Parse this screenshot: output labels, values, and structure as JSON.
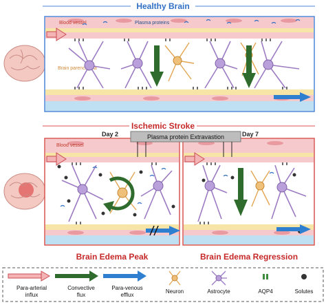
{
  "healthy": {
    "title": "Healthy Brain",
    "blood_vessel_label": "Blood vessel",
    "plasma_proteins_label": "Plasma proteins",
    "parenchyma_label": "Brain parenchyma"
  },
  "stroke": {
    "title": "Ischemic Stroke",
    "day2_label": "Day 2",
    "day7_label": "Day 7",
    "extravasation_label": "Plasma protein Extravastion",
    "blood_vessel_label": "Blood vessel",
    "peak_label": "Brain Edema Peak",
    "regression_label": "Brain Edema Regression"
  },
  "legend": {
    "para_arterial": "Para-arterial",
    "para_arterial_2": "influx",
    "convective": "Convective",
    "convective_2": "flux",
    "para_venous": "Para-venous",
    "para_venous_2": "efflux",
    "neuron": "Neuron",
    "astrocyte": "Astrocyte",
    "aqp4": "AQP4",
    "solutes": "Solutes"
  },
  "colors": {
    "healthy_title": "#2f6fc4",
    "stroke_title": "#c62828",
    "panel_border_blue": "#4a86d6",
    "panel_border_red": "#d9534f",
    "vessel_pink": "#f6c9cc",
    "vessel_band": "#f7e5a8",
    "parenchyma": "#ffffff",
    "vein_blue": "#bfe0f2",
    "influx_arrow": "#e0666a",
    "convective_arrow": "#2e6b2c",
    "efflux_arrow": "#2f7fd0",
    "astrocyte": "#9c7bc2",
    "neuron": "#e3a552",
    "aqp4": "#3d8b3d",
    "solute": "#333333"
  }
}
